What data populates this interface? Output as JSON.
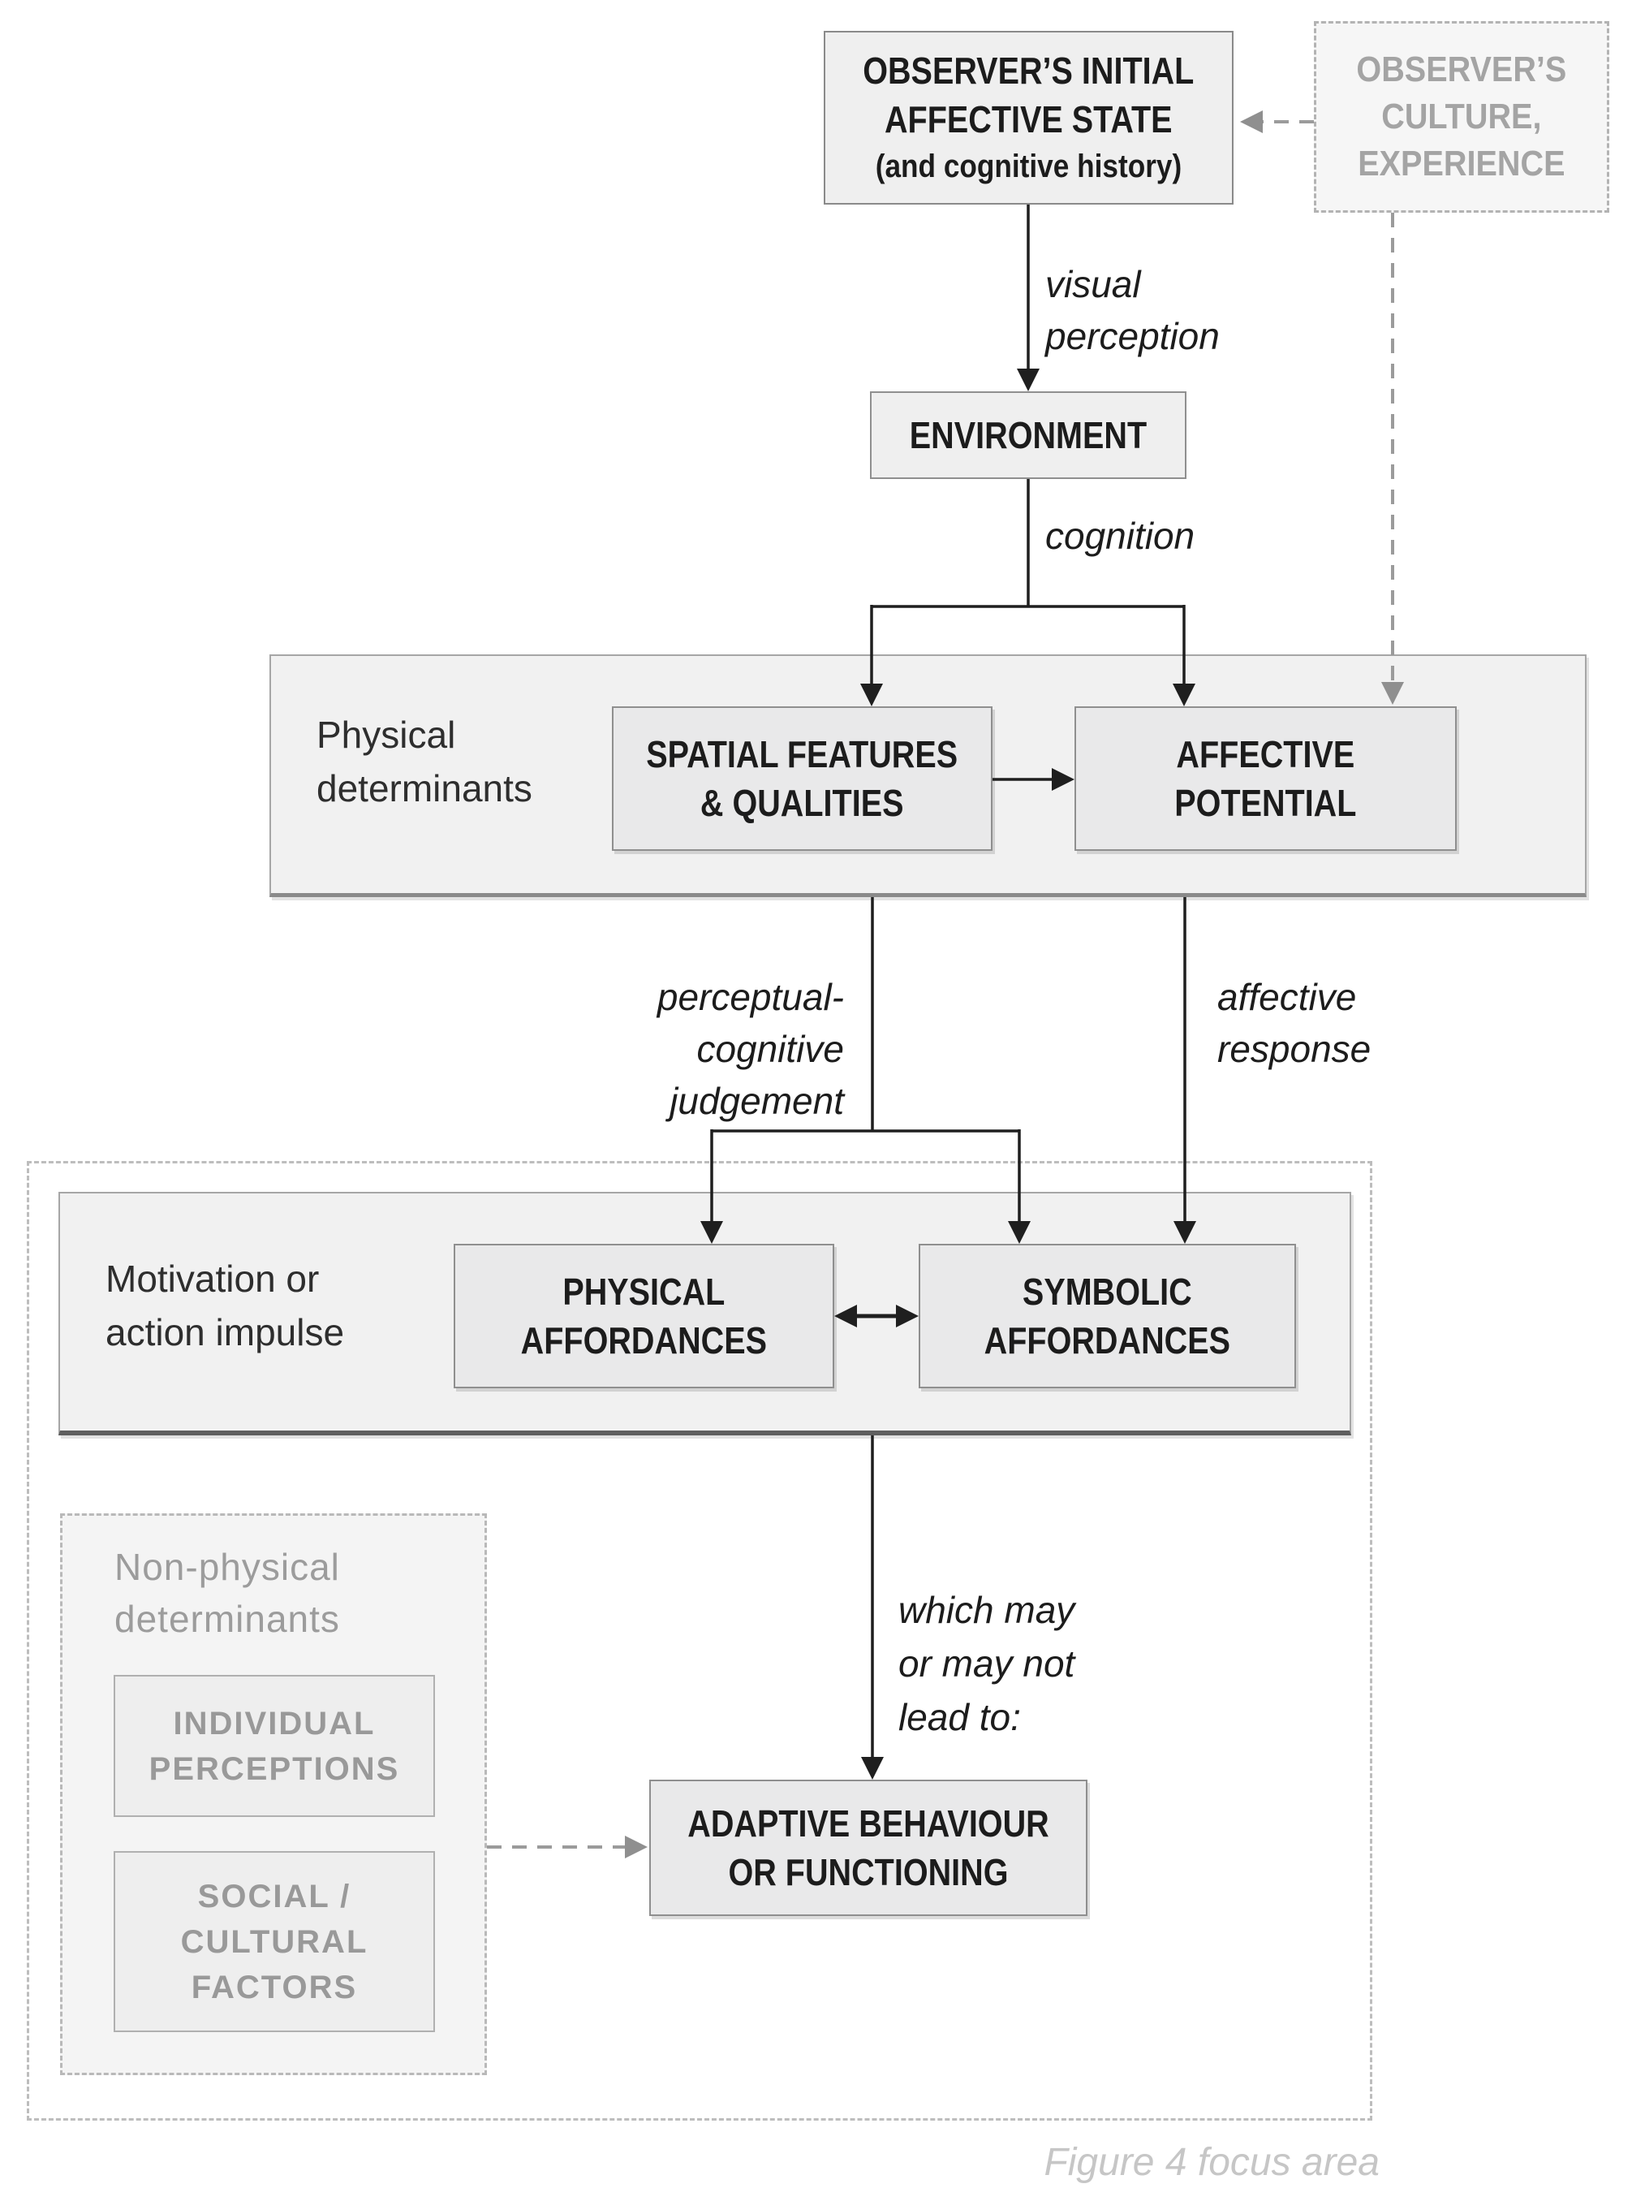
{
  "colors": {
    "node_fill": "#e9e9ea",
    "container_fill": "#f1f1f1",
    "node_border": "#8f8f8f",
    "gray_text": "#9c9c9c",
    "dashed_gray": "#9b9b9b",
    "line_black": "#1f1f1f",
    "caption_gray": "#c6c6c6"
  },
  "nodes": {
    "observer_state": {
      "title": "OBSERVER’S INITIAL\nAFFECTIVE STATE",
      "subtitle": "(and cognitive history)"
    },
    "observer_culture": {
      "label": "OBSERVER’S\nCULTURE,\nEXPERIENCE"
    },
    "environment": {
      "label": "ENVIRONMENT"
    },
    "spatial_features": {
      "label": "SPATIAL FEATURES\n& QUALITIES"
    },
    "affective_potential": {
      "label": "AFFECTIVE\nPOTENTIAL"
    },
    "physical_affordances": {
      "label": "PHYSICAL\nAFFORDANCES"
    },
    "symbolic_affordances": {
      "label": "SYMBOLIC\nAFFORDANCES"
    },
    "adaptive_behaviour": {
      "label": "ADAPTIVE BEHAVIOUR\nOR FUNCTIONING"
    },
    "individual_perceptions": {
      "label": "INDIVIDUAL\nPERCEPTIONS"
    },
    "social_cultural": {
      "label": "SOCIAL /\nCULTURAL\nFACTORS"
    }
  },
  "containers": {
    "physical": {
      "label": "Physical\ndeterminants"
    },
    "motivation": {
      "label": "Motivation or\naction impulse"
    },
    "nonphysical": {
      "label": "Non-physical\ndeterminants"
    }
  },
  "edge_labels": {
    "visual_perception": "visual\nperception",
    "cognition": "cognition",
    "perceptual_judgement": "perceptual-cognitive\njudgement",
    "affective_response": "affective\nresponse",
    "which_may": "which may\nor may not\nlead to:"
  },
  "caption": "Figure 4 focus area"
}
